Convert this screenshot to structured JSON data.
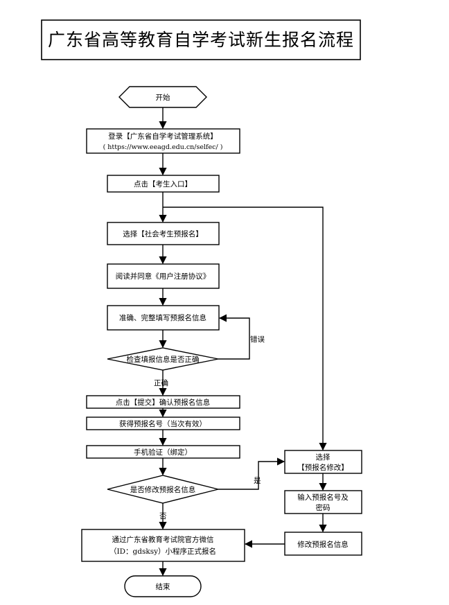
{
  "diagram": {
    "title": "广东省高等教育自学考试新生报名流程",
    "nodes": {
      "start": "开始",
      "login_line1": "登录【广东省自学考试管理系统】",
      "login_line2": "( https://www.eeagd.edu.cn/selfec/ )",
      "click_entrance": "点击【考生入口】",
      "select_social": "选择【社会考生预报名】",
      "read_agreement": "阅读并同意《用户注册协议》",
      "fill_info": "准确、完整填写预报名信息",
      "check_info": "检查填报信息是否正确",
      "submit_confirm": "点击【提交】确认预报名信息",
      "get_number": "获得预报名号（当次有效）",
      "phone_verify": "手机验证（绑定）",
      "modify_question": "是否修改预报名信息",
      "select_modify_line1": "选择",
      "select_modify_line2": "【预报名修改】",
      "input_number_line1": "输入预报名号及",
      "input_number_line2": "密码",
      "modify_info": "修改预报名信息",
      "wechat_line1": "通过广东省教育考试院官方微信",
      "wechat_line2": "（ID：gdsksy）小程序正式报名",
      "end": "结束"
    },
    "edge_labels": {
      "error": "错误",
      "correct": "正确",
      "yes": "是",
      "no": "否"
    }
  }
}
